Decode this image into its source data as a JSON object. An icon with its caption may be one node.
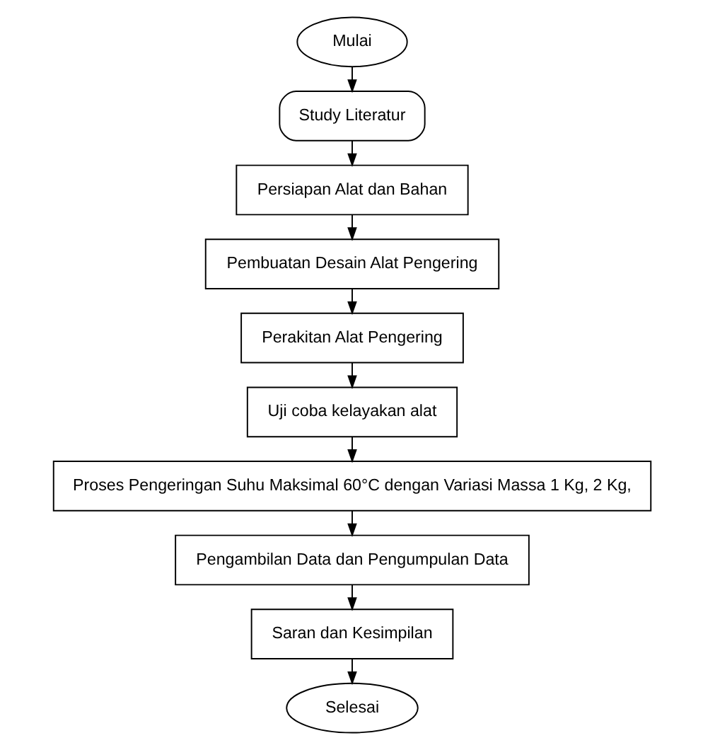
{
  "diagram": {
    "nodes": [
      {
        "text": [
          "Mulai"
        ]
      },
      {
        "text": [
          "Study Literatur"
        ]
      },
      {
        "text": [
          "Persiapan Alat dan Bahan"
        ]
      },
      {
        "text": [
          "Pembuatan Desain Alat Pengering"
        ]
      },
      {
        "text": [
          "Perakitan Alat Pengering"
        ]
      },
      {
        "text": [
          "Uji coba kelayakan alat"
        ]
      },
      {
        "text": [
          "Proses Pengeringan Suhu Maksimal 60°C dengan Variasi Massa 1 Kg, 2 Kg,"
        ]
      },
      {
        "text": [
          "Pengambilan Data dan Pengumpulan Data"
        ]
      },
      {
        "text": [
          "Saran dan Kesimpilan"
        ]
      },
      {
        "text": [
          "Selesai"
        ]
      }
    ],
    "edges": [
      {
        "from": 0,
        "to": 1,
        "arrow": "to"
      },
      {
        "from": 1,
        "to": 2,
        "arrow": "to"
      },
      {
        "from": 2,
        "to": 3,
        "arrow": "to"
      },
      {
        "from": 3,
        "to": 4,
        "arrow": "to"
      },
      {
        "from": 4,
        "to": 5,
        "arrow": "to"
      },
      {
        "from": 5,
        "to": 6,
        "arrow": "to"
      },
      {
        "from": 6,
        "to": 7,
        "arrow": "to"
      },
      {
        "from": 7,
        "to": 8,
        "arrow": "to"
      },
      {
        "from": 8,
        "to": 9,
        "arrow": "to"
      }
    ]
  }
}
